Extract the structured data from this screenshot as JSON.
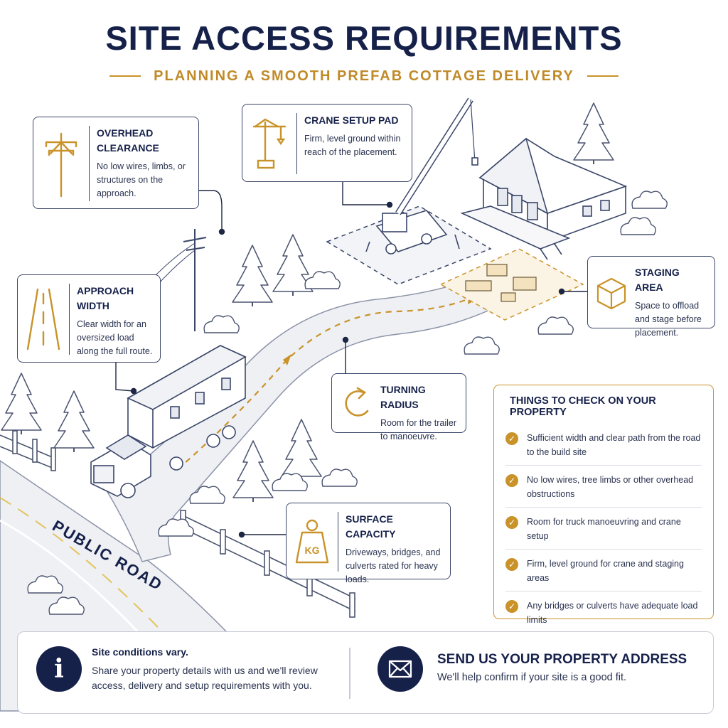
{
  "header": {
    "title": "SITE ACCESS REQUIREMENTS",
    "subtitle": "PLANNING A SMOOTH PREFAB COTTAGE DELIVERY"
  },
  "road_label": "PUBLIC ROAD",
  "callouts": {
    "overhead": {
      "heading_line1": "OVERHEAD",
      "heading_line2": "CLEARANCE",
      "body": "No low wires, limbs, or structures on the approach.",
      "icon": "utility-pole-icon"
    },
    "crane": {
      "heading": "CRANE SETUP PAD",
      "body": "Firm, level ground within reach of the placement.",
      "icon": "crane-icon"
    },
    "approach": {
      "heading_line1": "APPROACH",
      "heading_line2": "WIDTH",
      "body": "Clear width for an oversized load along the full route.",
      "icon": "road-icon"
    },
    "staging": {
      "heading": "STAGING AREA",
      "body": "Space to offload and stage before placement.",
      "icon": "box-icon"
    },
    "turning": {
      "heading": "TURNING RADIUS",
      "body": "Room for the trailer to manoeuvre.",
      "icon": "turn-arrow-icon"
    },
    "surface": {
      "heading": "SURFACE CAPACITY",
      "body": "Driveways, bridges, and culverts rated for heavy loads.",
      "icon": "weight-icon",
      "weight_label": "KG"
    }
  },
  "checklist": {
    "title": "THINGS TO CHECK ON YOUR PROPERTY",
    "items": [
      "Sufficient width and clear path from the road to the build site",
      "No low wires, tree limbs or other overhead obstructions",
      "Room for truck manoeuvring and crane setup",
      "Firm, level ground for crane and staging areas",
      "Any bridges or culverts have adequate load limits"
    ]
  },
  "footer": {
    "info_heading": "Site conditions vary.",
    "info_body": "Share your property details with us and we'll review access, delivery and setup requirements with you.",
    "cta_heading": "SEND US YOUR PROPERTY ADDRESS",
    "cta_body": "We'll help confirm if your site is a good fit."
  },
  "colors": {
    "navy": "#16214a",
    "gold": "#c9932a",
    "line": "#3a4669"
  }
}
